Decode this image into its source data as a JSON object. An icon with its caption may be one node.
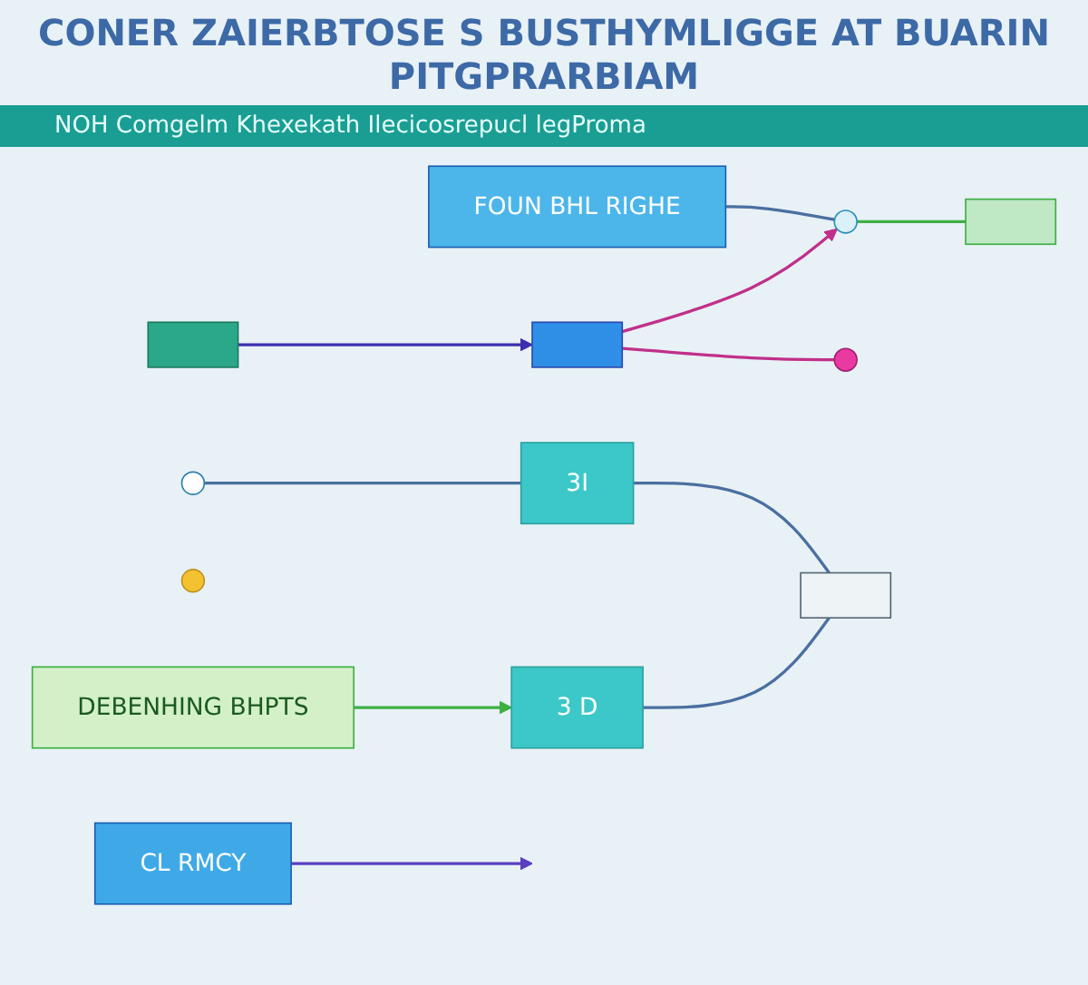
{
  "diagram": {
    "title": "CONER ZAIERBTOSE S BUSTHYMLIGGE AT BUARIN PITGPRARBIAM",
    "nodes": [
      {
        "text": [
          "CL RMCY"
        ]
      },
      {
        "text": [
          "FOUN BHL RIGHE"
        ]
      },
      {
        "text": [],
        "shape": "circle"
      },
      {
        "text": [],
        "shape": "bar"
      },
      {
        "text": [],
        "shape": "bar"
      },
      {
        "text": [],
        "shape": "bar"
      },
      {
        "text": [],
        "shape": "circle"
      },
      {
        "text": [],
        "shape": "circle"
      },
      {
        "text": [
          "DEBENHING BHPTS"
        ]
      },
      {
        "text": [],
        "shape": "circle"
      },
      {
        "text": [
          "3I"
        ]
      },
      {
        "text": [
          "3 D"
        ]
      },
      {
        "text": [],
        "shape": "box"
      }
    ],
    "edges": [
      {
        "from": 0,
        "to": null,
        "arrow": "to",
        "color": "#5a3fc0"
      },
      {
        "from": 1,
        "to": 2,
        "arrow": "none"
      },
      {
        "from": 2,
        "to": 3,
        "arrow": "none",
        "color": "#3cb043"
      },
      {
        "from": 4,
        "to": 5,
        "arrow": "to",
        "color": "#3a2fb0"
      },
      {
        "from": 5,
        "to": 2,
        "arrow": "to",
        "color": "#c0308a"
      },
      {
        "from": 5,
        "to": 6,
        "arrow": "none",
        "color": "#c0308a"
      },
      {
        "from": 8,
        "to": 11,
        "arrow": "to",
        "color": "#3cb043"
      },
      {
        "from": 9,
        "to": 10,
        "arrow": "none"
      },
      {
        "from": 10,
        "to": 12,
        "arrow": "none"
      },
      {
        "from": 11,
        "to": 12,
        "arrow": "none"
      }
    ],
    "labels": [
      "NOH Comgelm Khexekath Ilecicosrepucl legProma"
    ]
  }
}
